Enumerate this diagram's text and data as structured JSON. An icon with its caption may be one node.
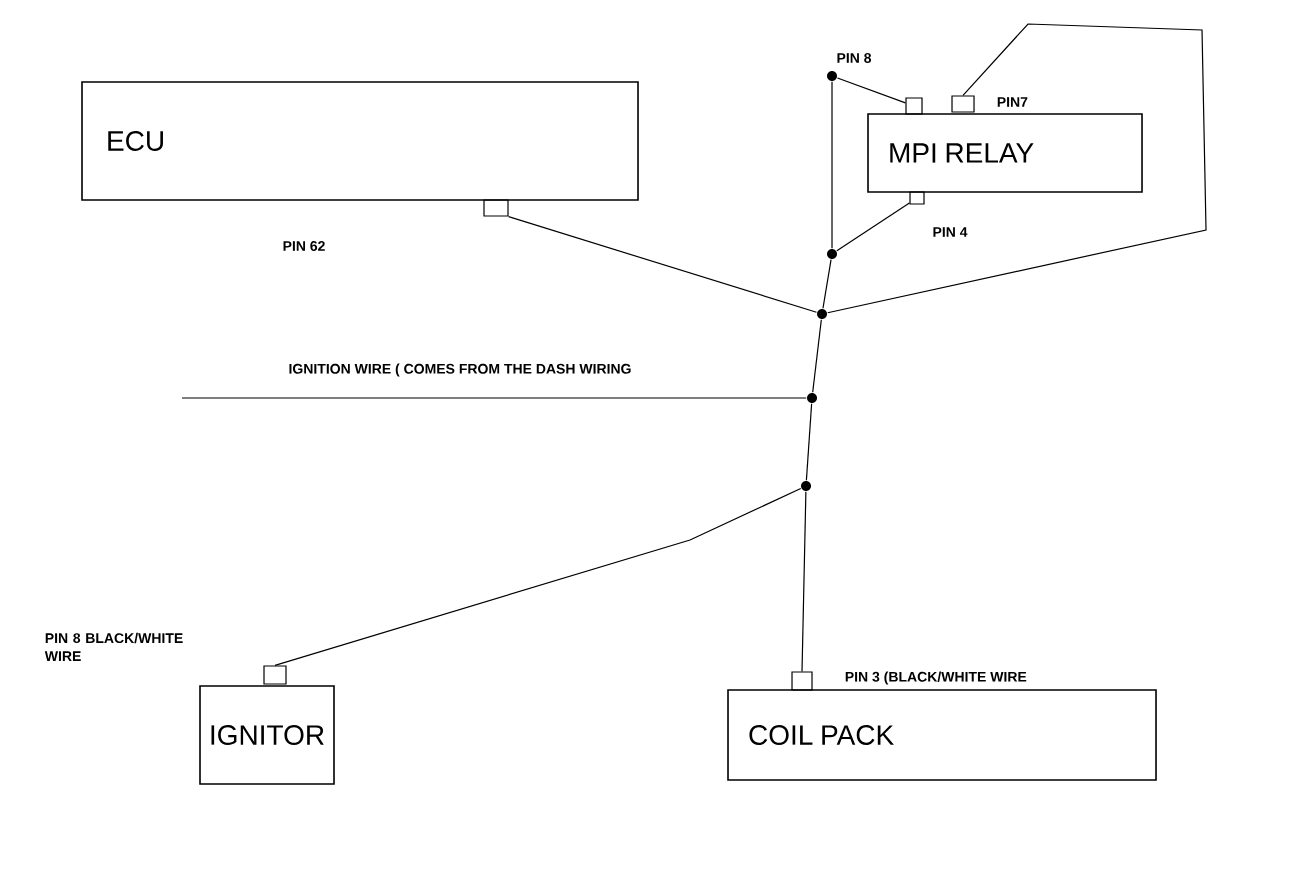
{
  "diagram": {
    "nodes": [
      {
        "text": [
          "ECU"
        ]
      },
      {
        "text": [
          "MPI RELAY"
        ]
      },
      {
        "text": [
          "IGNITOR"
        ]
      },
      {
        "text": [
          "COIL PACK"
        ]
      },
      {
        "text": [],
        "shape": "box"
      },
      {
        "text": [],
        "shape": "box"
      },
      {
        "text": [],
        "shape": "box"
      },
      {
        "text": [],
        "shape": "box"
      },
      {
        "text": [],
        "shape": "box"
      },
      {
        "text": [],
        "shape": "box"
      },
      {
        "text": [],
        "shape": "circle"
      },
      {
        "text": [],
        "shape": "circle"
      },
      {
        "text": [],
        "shape": "circle"
      },
      {
        "text": [],
        "shape": "circle"
      },
      {
        "text": [],
        "shape": "circle"
      }
    ],
    "edges": [
      {
        "from": 10,
        "to": 5,
        "arrow": "none"
      },
      {
        "from": 10,
        "to": 11,
        "arrow": "none"
      },
      {
        "from": 11,
        "to": 7,
        "arrow": "none"
      },
      {
        "from": 11,
        "to": 12,
        "arrow": "none"
      },
      {
        "from": 4,
        "to": 12,
        "arrow": "none"
      },
      {
        "from": 6,
        "to": 12,
        "arrow": "none"
      },
      {
        "from": 12,
        "to": 13,
        "arrow": "none"
      },
      {
        "from": null,
        "to": 13,
        "arrow": "none",
        "label": "IGNITION WIRE ( COMES FROM THE DASH WIRING"
      },
      {
        "from": 13,
        "to": 14,
        "arrow": "none"
      },
      {
        "from": 14,
        "to": 8,
        "arrow": "none"
      },
      {
        "from": 14,
        "to": 9,
        "arrow": "none"
      }
    ],
    "labels": [
      "PIN 8",
      "PIN7",
      "PIN 62",
      "PIN 4",
      "PIN 8 BLACK/WHITE WIRE",
      "PIN 3 (BLACK/WHITE WIRE"
    ]
  }
}
